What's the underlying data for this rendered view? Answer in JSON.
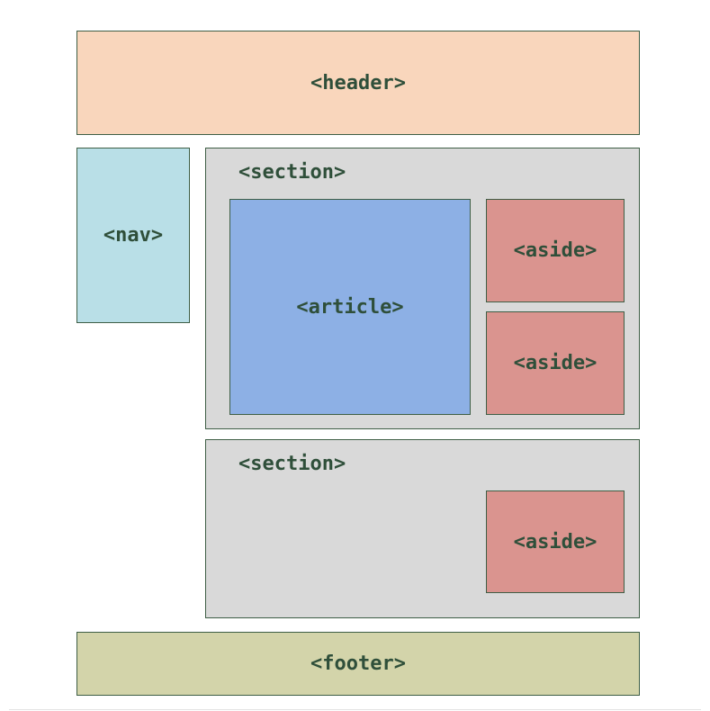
{
  "diagram": {
    "header": "<header>",
    "nav": "<nav>",
    "section_1": {
      "label": "<section>",
      "article": "<article>",
      "aside_top": "<aside>",
      "aside_bottom": "<aside>"
    },
    "section_2": {
      "label": "<section>",
      "aside": "<aside>"
    },
    "footer": "<footer>"
  },
  "colors": {
    "header": "#f9d6bc",
    "nav": "#b9dfe7",
    "section": "#d9d9d9",
    "article": "#8db0e5",
    "aside": "#da948f",
    "footer": "#d3d4aa",
    "border": "#3e5e45",
    "text": "#2f4f3a"
  }
}
